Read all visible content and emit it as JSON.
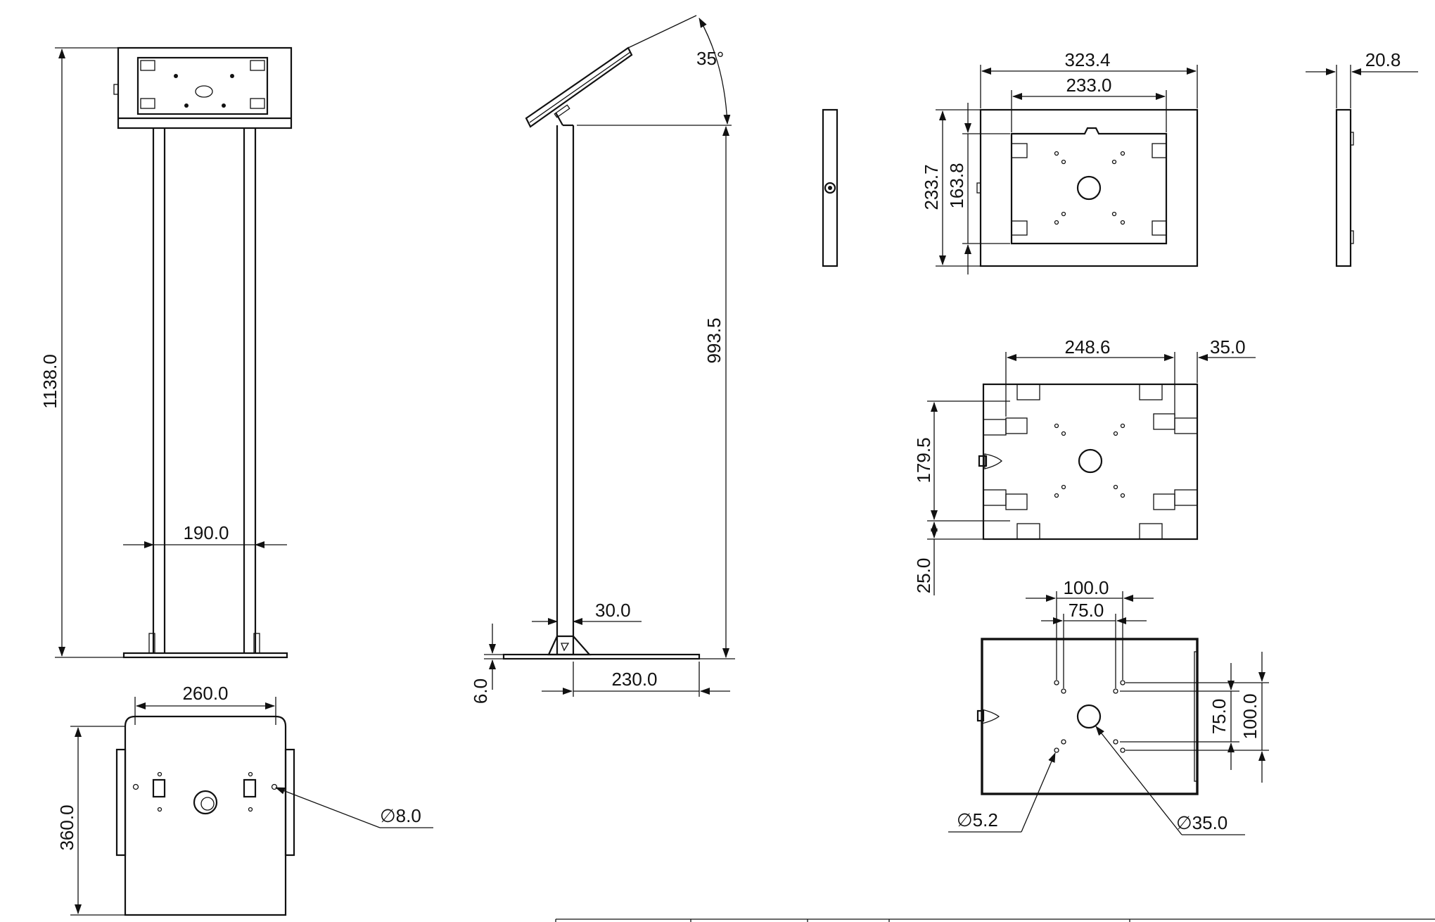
{
  "dimensions": {
    "front_height": "1138.0",
    "front_inner_width": "190.0",
    "base_width": "260.0",
    "base_depth": "360.0",
    "base_hole": "8.0",
    "side_angle": "35°",
    "side_pole_height": "993.5",
    "side_pole_width": "30.0",
    "side_base_thickness": "6.0",
    "side_base_length": "230.0",
    "enclosure_width": "323.4",
    "enclosure_inner_width": "233.0",
    "enclosure_height": "233.7",
    "enclosure_inner_height": "163.8",
    "enclosure_depth": "20.8",
    "mount_width": "248.6",
    "mount_edge": "35.0",
    "mount_height": "179.5",
    "mount_bottom": "25.0",
    "vesa_outer": "100.0",
    "vesa_inner": "75.0",
    "vesa_v_inner": "75.0",
    "vesa_v_outer": "100.0",
    "vesa_screw_hole": "5.2",
    "vesa_center_hole": "35.0"
  },
  "symbols": {
    "diameter": "∅"
  },
  "colors": {
    "line": "#111111",
    "background": "#ffffff"
  }
}
